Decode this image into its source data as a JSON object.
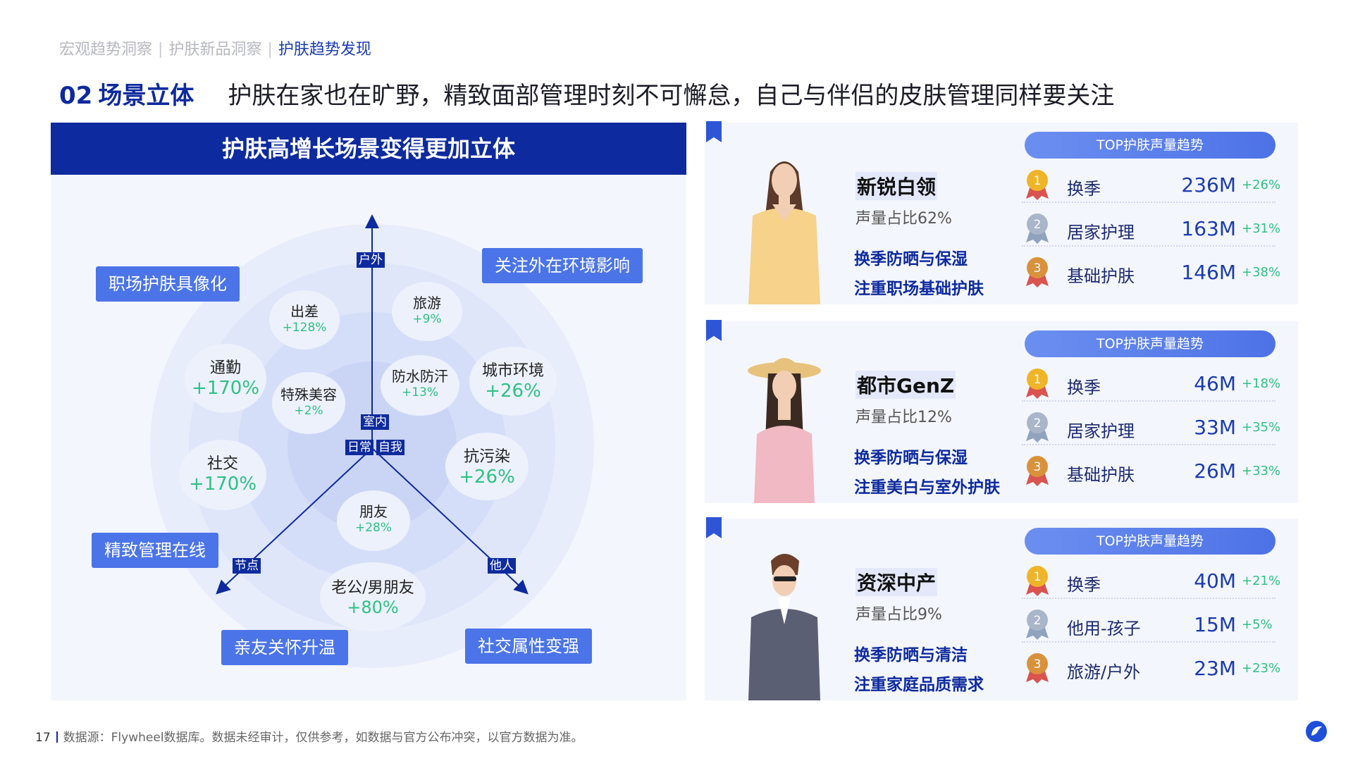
{
  "breadcrumb": {
    "items": [
      "宏观趋势洞察",
      "护肤新品洞察",
      "护肤趋势发现"
    ],
    "active_index": 2
  },
  "header": {
    "num": "02",
    "label": "场景立体",
    "title": "护肤在家也在旷野，精致面部管理时刻不可懈怠，自己与伴侣的皮肤管理同样要关注"
  },
  "left": {
    "heading": "护肤高增长场景变得更加立体",
    "axes": {
      "up": "户外",
      "center": "室内",
      "daily": "日常",
      "self": "自我",
      "node": "节点",
      "others": "他人"
    },
    "callouts": [
      "职场护肤具像化",
      "关注外在环境影响",
      "精致管理在线",
      "亲友关怀升温",
      "社交属性变强"
    ],
    "bubbles": [
      {
        "name": "出差",
        "growth": "+128%"
      },
      {
        "name": "旅游",
        "growth": "+9%"
      },
      {
        "name": "通勤",
        "growth": "+170%"
      },
      {
        "name": "特殊美容",
        "growth": "+2%"
      },
      {
        "name": "防水防汗",
        "growth": "+13%"
      },
      {
        "name": "城市环境",
        "growth": "+26%"
      },
      {
        "name": "社交",
        "growth": "+170%"
      },
      {
        "name": "抗污染",
        "growth": "+26%"
      },
      {
        "name": "朋友",
        "growth": "+28%"
      },
      {
        "name": "老公/男朋友",
        "growth": "+80%"
      }
    ]
  },
  "personas": [
    {
      "name": "新锐白领",
      "share": "声量占比62%",
      "tags": [
        "换季防晒与保湿",
        "注重职场基础护肤"
      ],
      "top_title": "TOP护肤声量趋势",
      "rows": [
        {
          "rank": "1",
          "name": "换季",
          "value": "236M",
          "growth": "+26%"
        },
        {
          "rank": "2",
          "name": "居家护理",
          "value": "163M",
          "growth": "+31%"
        },
        {
          "rank": "3",
          "name": "基础护肤",
          "value": "146M",
          "growth": "+38%"
        }
      ]
    },
    {
      "name": "都市GenZ",
      "share": "声量占比12%",
      "tags": [
        "换季防晒与保湿",
        "注重美白与室外护肤"
      ],
      "top_title": "TOP护肤声量趋势",
      "rows": [
        {
          "rank": "1",
          "name": "换季",
          "value": "46M",
          "growth": "+18%"
        },
        {
          "rank": "2",
          "name": "居家护理",
          "value": "33M",
          "growth": "+35%"
        },
        {
          "rank": "3",
          "name": "基础护肤",
          "value": "26M",
          "growth": "+33%"
        }
      ]
    },
    {
      "name": "资深中产",
      "share": "声量占比9%",
      "tags": [
        "换季防晒与清洁",
        "注重家庭品质需求"
      ],
      "top_title": "TOP护肤声量趋势",
      "rows": [
        {
          "rank": "1",
          "name": "换季",
          "value": "40M",
          "growth": "+21%"
        },
        {
          "rank": "2",
          "name": "他用-孩子",
          "value": "15M",
          "growth": "+5%"
        },
        {
          "rank": "3",
          "name": "旅游/户外",
          "value": "23M",
          "growth": "+23%"
        }
      ]
    }
  ],
  "footer": {
    "page": "17",
    "source": "数据源：Flywheel数据库。数据未经审计，仅供参考，如数据与官方公布冲突，以官方数据为准。"
  },
  "colors": {
    "brand_navy": "#0d2a9e",
    "accent_blue": "#4b74e8",
    "growth_green": "#2ec281",
    "gold": "#f0b429",
    "silver": "#a9b6c9",
    "bronze": "#d9913c"
  }
}
